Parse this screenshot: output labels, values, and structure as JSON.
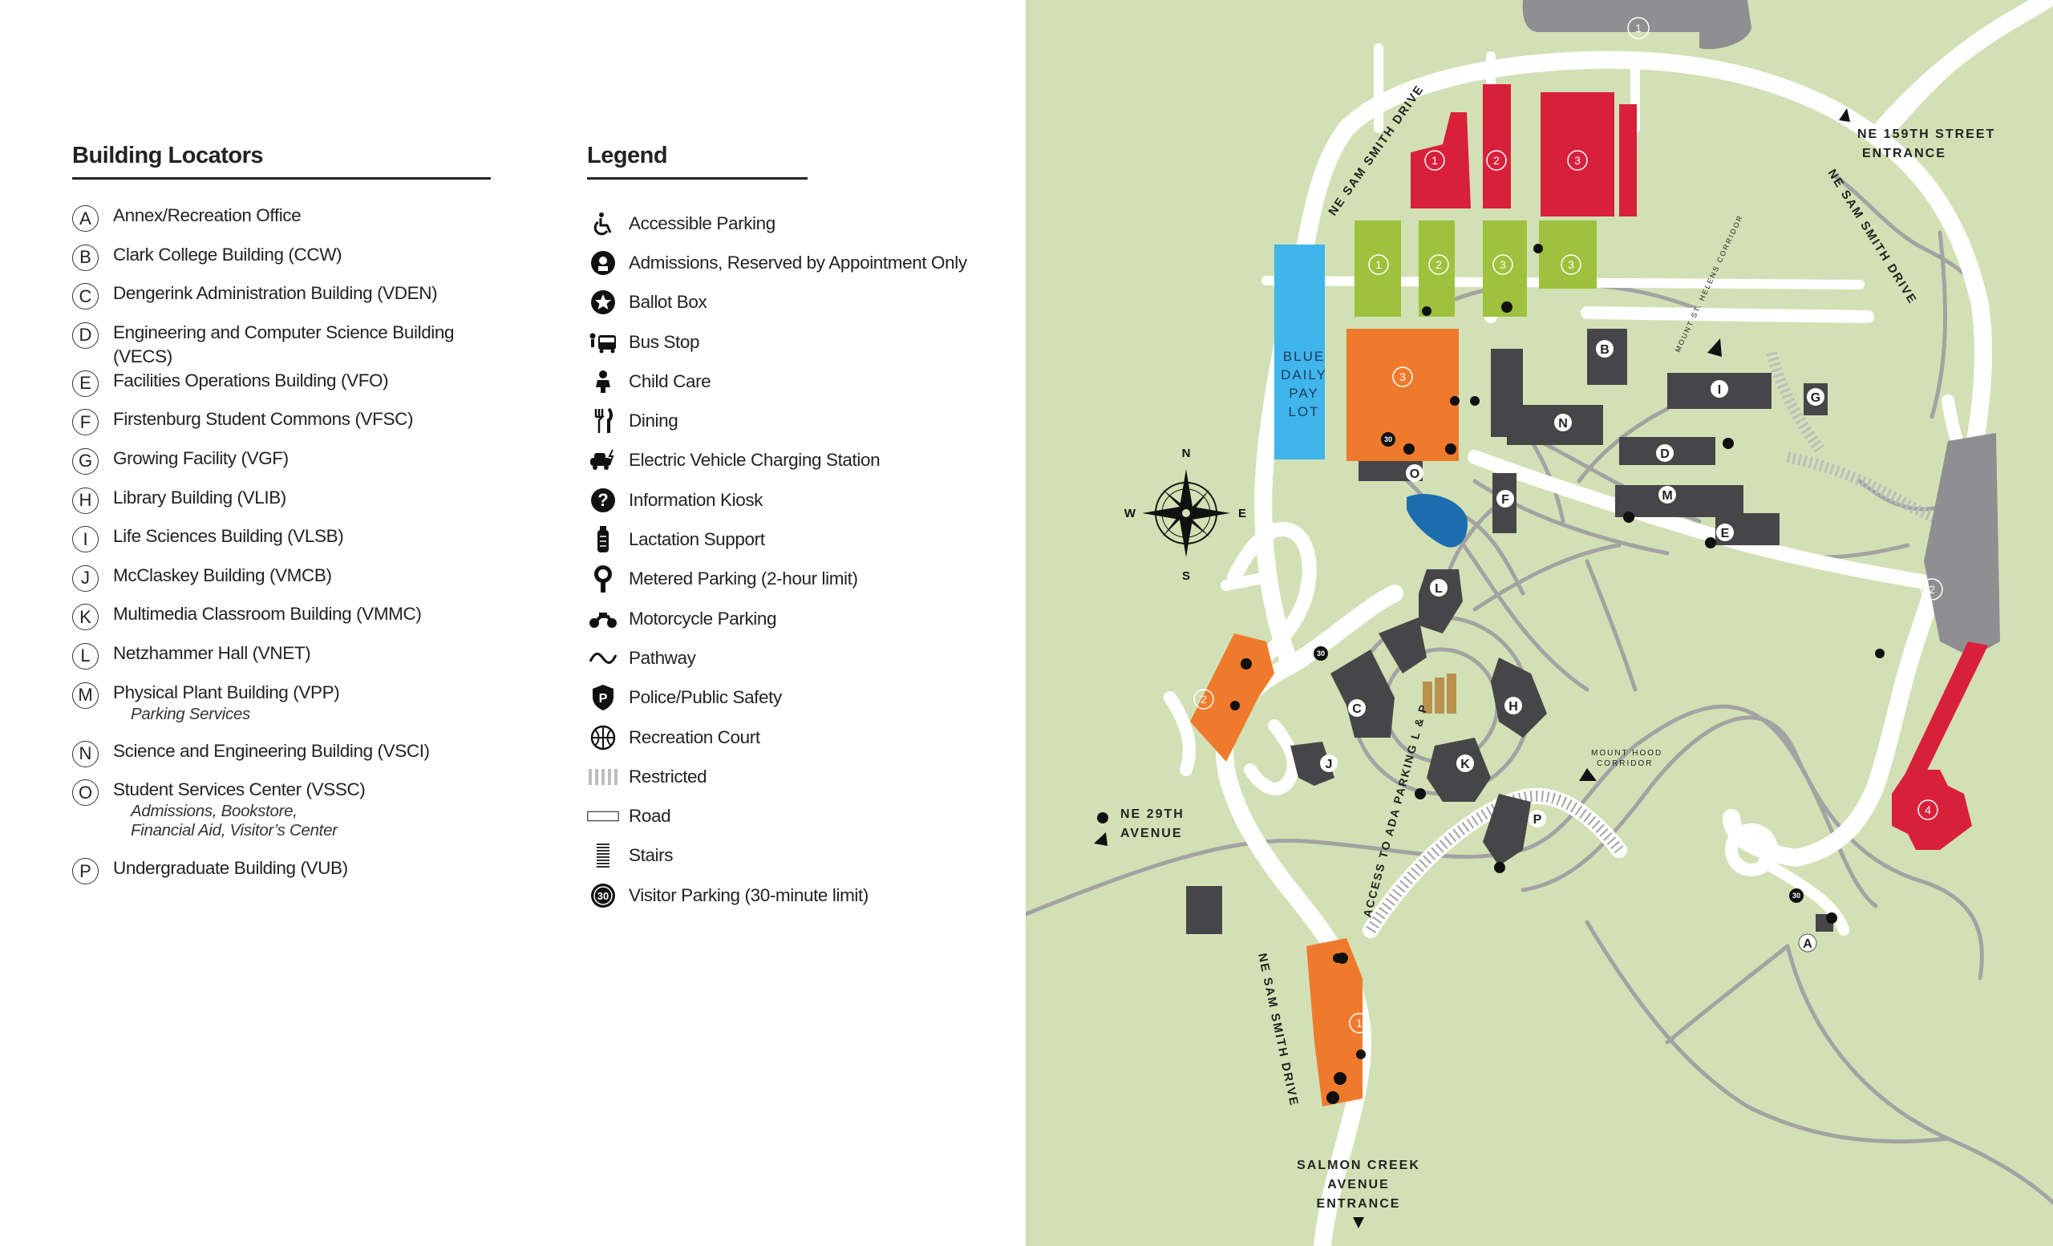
{
  "locators": {
    "heading": "Building Locators",
    "items": [
      {
        "letter": "A",
        "name": "Annex/Recreation Office"
      },
      {
        "letter": "B",
        "name": "Clark College Building (CCW)"
      },
      {
        "letter": "C",
        "name": "Dengerink Administration Building (VDEN)"
      },
      {
        "letter": "D",
        "name": "Engineering and Computer Science Building (VECS)"
      },
      {
        "letter": "E",
        "name": "Facilities Operations Building (VFO)"
      },
      {
        "letter": "F",
        "name": "Firstenburg Student Commons (VFSC)"
      },
      {
        "letter": "G",
        "name": "Growing Facility (VGF)"
      },
      {
        "letter": "H",
        "name": "Library Building (VLIB)"
      },
      {
        "letter": "I",
        "name": "Life Sciences Building (VLSB)"
      },
      {
        "letter": "J",
        "name": "McClaskey Building (VMCB)"
      },
      {
        "letter": "K",
        "name": "Multimedia Classroom Building (VMMC)"
      },
      {
        "letter": "L",
        "name": "Netzhammer Hall (VNET)"
      },
      {
        "letter": "M",
        "name": "Physical Plant Building (VPP)",
        "sub1": "Parking Services"
      },
      {
        "letter": "N",
        "name": "Science and Engineering Building (VSCI)"
      },
      {
        "letter": "O",
        "name": "Student Services Center (VSSC)",
        "sub1": "Admissions, Bookstore,",
        "sub2": "Financial Aid, Visitor’s Center"
      },
      {
        "letter": "P",
        "name": "Undergraduate Building (VUB)"
      }
    ]
  },
  "legend": {
    "heading": "Legend",
    "items": [
      {
        "icon": "accessible-icon",
        "label": "Accessible Parking"
      },
      {
        "icon": "admissions-icon",
        "label": "Admissions, Reserved by Appointment Only"
      },
      {
        "icon": "star-icon",
        "label": "Ballot Box"
      },
      {
        "icon": "bus-icon",
        "label": "Bus Stop"
      },
      {
        "icon": "child-icon",
        "label": "Child Care"
      },
      {
        "icon": "dining-icon",
        "label": "Dining"
      },
      {
        "icon": "ev-charging-icon",
        "label": "Electric Vehicle Charging Station"
      },
      {
        "icon": "info-icon",
        "label": "Information Kiosk"
      },
      {
        "icon": "bottle-icon",
        "label": "Lactation Support"
      },
      {
        "icon": "meter-icon",
        "label": "Metered Parking (2-hour limit)"
      },
      {
        "icon": "motorcycle-icon",
        "label": "Motorcycle Parking"
      },
      {
        "icon": "pathway-icon",
        "label": "Pathway"
      },
      {
        "icon": "police-icon",
        "label": "Police/Public Safety"
      },
      {
        "icon": "ball-icon",
        "label": "Recreation Court"
      },
      {
        "icon": "restricted-icon",
        "label": "Restricted"
      },
      {
        "icon": "road-icon",
        "label": "Road"
      },
      {
        "icon": "stairs-icon",
        "label": "Stairs"
      },
      {
        "icon": "visitor-30-icon",
        "label": "Visitor Parking (30-minute limit)"
      }
    ]
  },
  "map": {
    "colors": {
      "background": "#d2e1b5",
      "road": "#ffffff",
      "path": "#a3a3a3",
      "building": "#464648",
      "gray_lot": "#8f8f91",
      "red_lot": "#d9203b",
      "green_lot": "#9ec13e",
      "orange_lot": "#f07a2c",
      "blue_lot": "#3fb5ec",
      "pond": "#1c6db0"
    },
    "compass": {
      "n": "N",
      "s": "S",
      "e": "E",
      "w": "W"
    },
    "labels": {
      "blue_lot": [
        "BLUE",
        "DAILY",
        "PAY",
        "LOT"
      ],
      "ne_sam_smith_top": "NE SAM SMITH DRIVE",
      "ne_sam_smith_right": "NE SAM SMITH DRIVE",
      "ne_sam_smith_bottom": "NE SAM SMITH DRIVE",
      "ne_159th_1": "NE 159TH STREET",
      "ne_159th_2": "ENTRANCE",
      "ne_29th_1": "NE 29TH",
      "ne_29th_2": "AVENUE",
      "salmon_1": "SALMON CREEK",
      "salmon_2": "AVENUE",
      "salmon_3": "ENTRANCE",
      "ada_access": "ACCESS TO ADA PARKING L & P",
      "mt_helens": "MOUNT ST. HELENS CORRIDOR",
      "mt_hood_1": "MOUNT HOOD",
      "mt_hood_2": "CORRIDOR"
    },
    "lot_numbers": {
      "gray_top": "1",
      "gray_right": "2",
      "red_1": "1",
      "red_2": "2",
      "red_3": "3",
      "red_4": "4",
      "green_1": "1",
      "green_2": "2",
      "green_3a": "3",
      "green_3b": "3",
      "orange_3": "3",
      "orange_2": "2",
      "orange_1": "1"
    },
    "visitor_30": "30",
    "buildings": [
      "A",
      "B",
      "C",
      "D",
      "E",
      "F",
      "G",
      "H",
      "I",
      "J",
      "K",
      "L",
      "M",
      "N",
      "O",
      "P"
    ]
  }
}
